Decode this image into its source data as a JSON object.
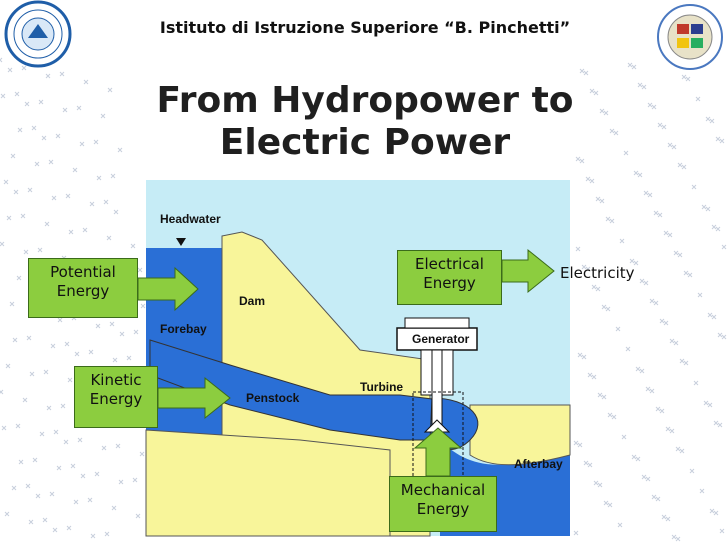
{
  "header": {
    "school": "Istituto di Istruzione Superiore “B. Pinchetti”"
  },
  "title": {
    "line1": "From Hydropower  to",
    "line2": "Electric Power"
  },
  "diagram": {
    "labels": {
      "headwater": "Headwater",
      "dam": "Dam",
      "forebay": "Forebay",
      "generator": "Generator",
      "turbine": "Turbine",
      "penstock": "Penstock",
      "afterbay": "Afterbay"
    },
    "boxes": {
      "potential": "Potential\nEnergy",
      "kinetic": "Kinetic\nEnergy",
      "electrical": "Electrical\nEnergy",
      "mechanical": "Mechanical\nEnergy"
    },
    "output": "Electricity"
  },
  "colors": {
    "water": "#2a6fd6",
    "dam": "#f8f59a",
    "sky": "#c6ecf6",
    "energy_box": "#8ccd3f",
    "header_logo_blue": "#1f5ea8"
  },
  "icons": [
    "school-logo-icon",
    "project-logo-icon"
  ]
}
